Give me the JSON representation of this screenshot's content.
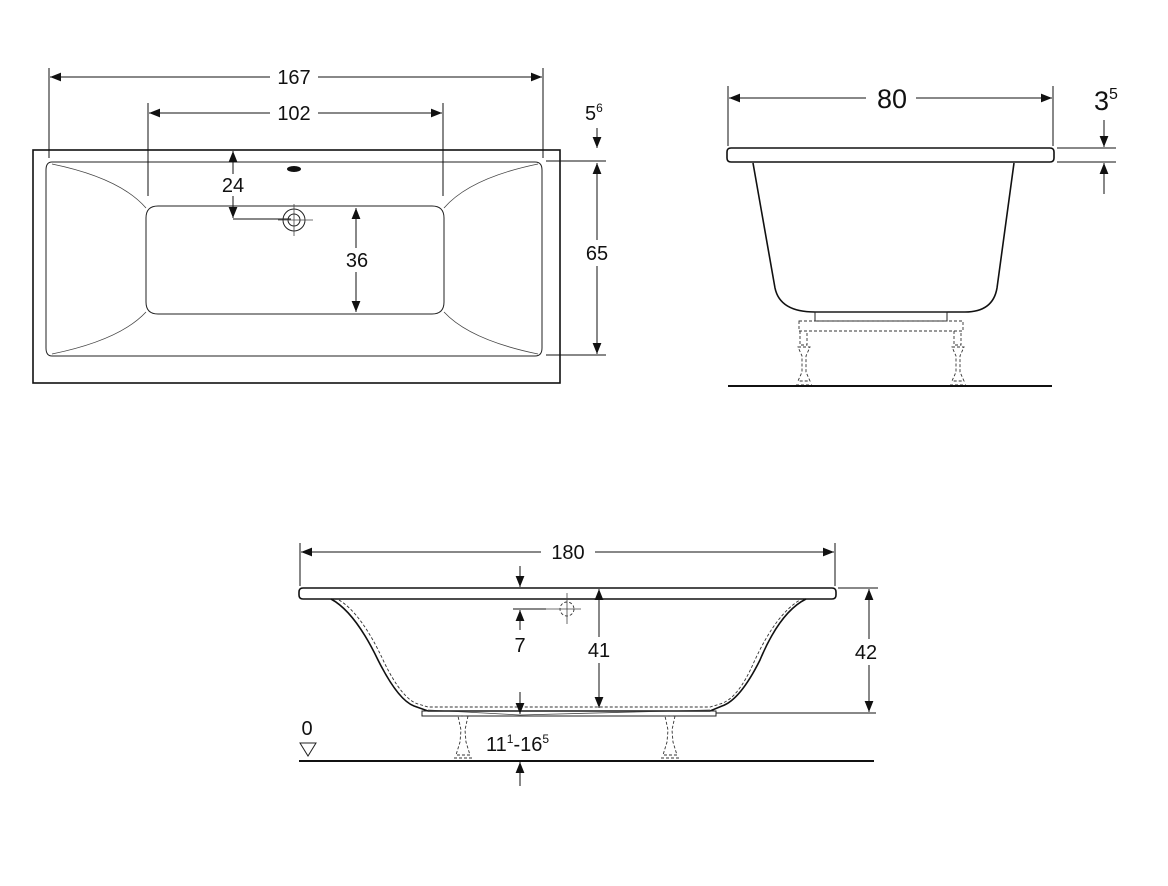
{
  "top_view": {
    "overall_length": "167",
    "inner_length": "102",
    "rim_offset_base": "5",
    "rim_offset_sup": "6",
    "overflow_offset": "24",
    "drain_zone_width": "36",
    "inner_width": "65"
  },
  "end_view": {
    "overall_width": "80",
    "rim_thickness_base": "3",
    "rim_thickness_sup": "5"
  },
  "side_view": {
    "overall_length": "180",
    "overflow_depth": "7",
    "inner_depth": "41",
    "total_height": "42",
    "floor_datum": "0",
    "foot_height_a_base": "11",
    "foot_height_a_sup": "1",
    "foot_height_sep": "-",
    "foot_height_b_base": "16",
    "foot_height_b_sup": "5"
  }
}
